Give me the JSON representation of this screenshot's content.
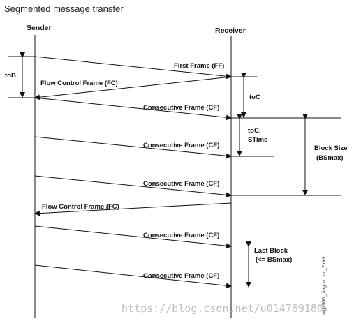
{
  "title": "Segmented message transfer",
  "sender_label": "Sender",
  "receiver_label": "Receiver",
  "messages": {
    "first_frame": "First Frame (FF)",
    "flow_control_1": "Flow Control Frame (FC)",
    "consecutive_1": "Consecutive Frame (CF)",
    "consecutive_2": "Consecutive Frame (CF)",
    "consecutive_3": "Consecutive Frame (CF)",
    "flow_control_2": "Flow Control Frame (FC)",
    "consecutive_4": "Consecutive Frame (CF)",
    "consecutive_5": "Consecutive Frame (CF)"
  },
  "timers": {
    "tob": "toB",
    "toc": "toC",
    "toc_stime_line1": "toC,",
    "toc_stime_line2": "STime",
    "block_size_line1": "Block Size",
    "block_size_line2": "(BSmax)",
    "last_block_line1": "Last Block",
    "last_block_line2": "(<= BSmax)"
  },
  "side_caption": "iwg2000_diagon can_2.def",
  "watermark": "https://blog.csdn.net/u014769180"
}
